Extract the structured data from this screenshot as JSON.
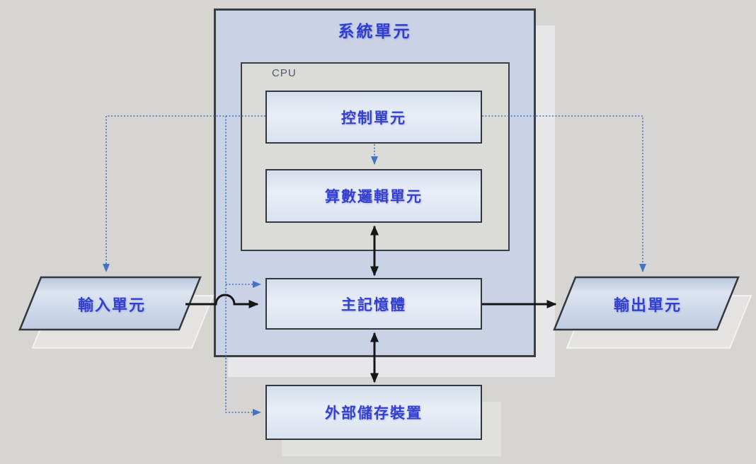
{
  "diagram": {
    "nodes": {
      "system_unit": {
        "label": "系統單元",
        "shape": "rectangle-frame"
      },
      "cpu": {
        "label": "CPU",
        "shape": "rectangle-frame"
      },
      "control_unit": {
        "label": "控制單元",
        "shape": "rectangle"
      },
      "alu": {
        "label": "算數邏輯單元",
        "shape": "rectangle"
      },
      "main_memory": {
        "label": "主記憶體",
        "shape": "rectangle"
      },
      "external_storage": {
        "label": "外部儲存裝置",
        "shape": "rectangle"
      },
      "input_unit": {
        "label": "輸入單元",
        "shape": "parallelogram"
      },
      "output_unit": {
        "label": "輸出單元",
        "shape": "parallelogram"
      }
    },
    "edges": [
      {
        "from": "control_unit",
        "to": "input_unit",
        "style": "dotted",
        "color": "#4472c4",
        "direction": "one-way"
      },
      {
        "from": "control_unit",
        "to": "alu",
        "style": "dotted",
        "color": "#4472c4",
        "direction": "one-way"
      },
      {
        "from": "control_unit",
        "to": "main_memory",
        "style": "dotted",
        "color": "#4472c4",
        "direction": "one-way"
      },
      {
        "from": "control_unit",
        "to": "external_storage",
        "style": "dotted",
        "color": "#4472c4",
        "direction": "one-way"
      },
      {
        "from": "control_unit",
        "to": "output_unit",
        "style": "dotted",
        "color": "#4472c4",
        "direction": "one-way"
      },
      {
        "from": "alu",
        "to": "main_memory",
        "style": "solid",
        "color": "#161616",
        "direction": "two-way"
      },
      {
        "from": "main_memory",
        "to": "external_storage",
        "style": "solid",
        "color": "#161616",
        "direction": "two-way"
      },
      {
        "from": "input_unit",
        "to": "main_memory",
        "style": "solid",
        "color": "#161616",
        "direction": "one-way"
      },
      {
        "from": "main_memory",
        "to": "output_unit",
        "style": "solid",
        "color": "#161616",
        "direction": "one-way"
      }
    ],
    "colors": {
      "background": "#d6d5d1",
      "label_text": "#3340cf",
      "control_line": "#4472c4",
      "data_line": "#161616",
      "box_border": "#33383e",
      "system_unit_fill": "#cad3e5",
      "cpu_fill": "#dbdbd8",
      "inner_box_fill": "#e2e9f4",
      "parallelogram_fill": "#c8d3e6",
      "shadow": "#e7e7e9"
    }
  }
}
